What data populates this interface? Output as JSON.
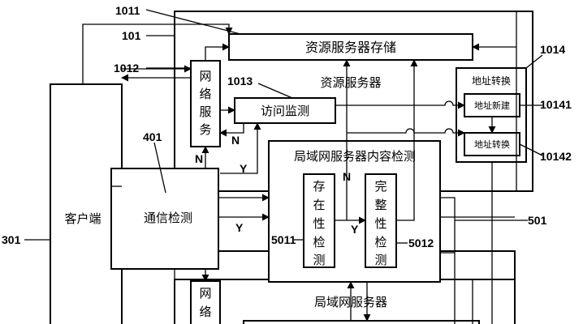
{
  "boxes": {
    "resource_storage": "资源服务器存储",
    "network_service_top": [
      "网",
      "络",
      "服",
      "务"
    ],
    "access_monitor": "访问监测",
    "resource_server": "资源服务器",
    "address_convert_title": "地址转换",
    "address_new": "地址新建",
    "address_convert_inner": "地址转换",
    "lan_content_check": "局域网服务器内容检测",
    "client": "客户端",
    "comm_check": "通信检测",
    "existence_check": [
      "存",
      "在",
      "性",
      "检",
      "测"
    ],
    "integrity_check": [
      "完",
      "整",
      "性",
      "检",
      "测"
    ],
    "lan_server": "局域网服务器",
    "network_service_bottom": [
      "网",
      "络"
    ]
  },
  "ref_labels": {
    "r1011": "1011",
    "r101": "101",
    "r1012": "1012",
    "r1013": "1013",
    "r1014": "1014",
    "r10141": "10141",
    "r10142": "10142",
    "r401": "401",
    "r301": "301",
    "r501": "501",
    "r5011": "5011",
    "r5012": "5012"
  },
  "flow_labels": {
    "n1": "N",
    "n2": "N",
    "n3": "N",
    "y1": "Y",
    "y2": "Y",
    "y3": "Y"
  }
}
